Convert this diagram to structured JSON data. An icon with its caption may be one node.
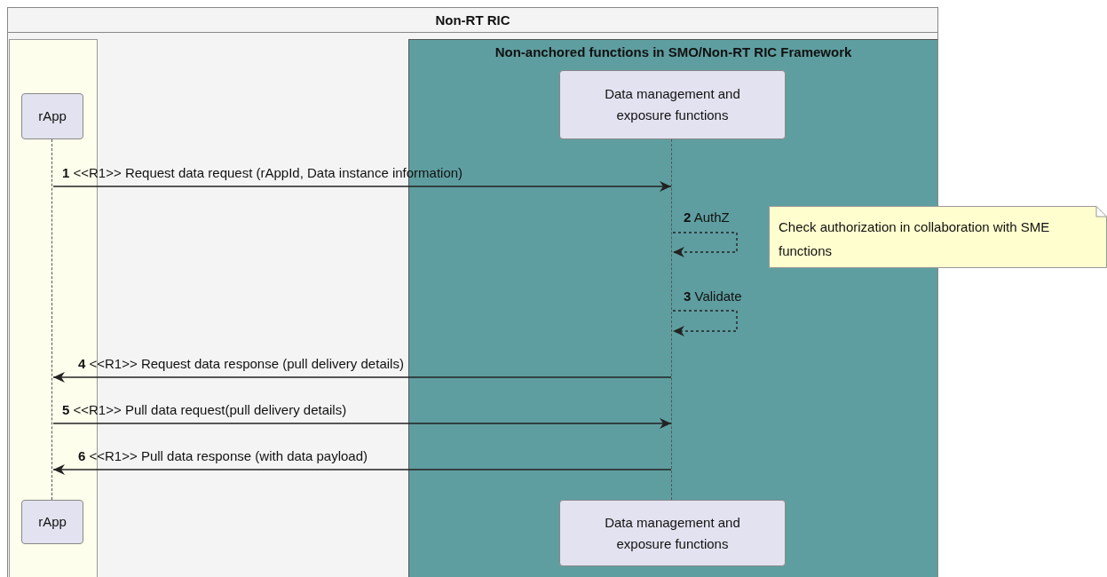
{
  "diagram": {
    "nodes": [
      {
        "text": [
          "Non-RT RIC"
        ]
      },
      {
        "text": [],
        "shape": "box",
        "in": 0
      },
      {
        "text": [
          "Non-anchored functions in SMO/Non-RT RIC Framework"
        ],
        "in": 0
      },
      {
        "text": [
          "rApp"
        ],
        "in": 1
      },
      {
        "text": [
          "Data management and exposure functions"
        ],
        "in": 2
      },
      {
        "text": [],
        "shape": "line",
        "in": 1
      },
      {
        "text": [],
        "shape": "line",
        "in": 2
      },
      {
        "text": [
          "rApp"
        ],
        "in": 1
      },
      {
        "text": [
          "Data management and exposure functions"
        ],
        "in": 2
      },
      {
        "text": [
          "Check authorization in collaboration with SME functions"
        ]
      }
    ],
    "edges": [
      {
        "from": 5,
        "to": 6,
        "arrow": "to",
        "label": "**1** <<R1>> Request data request (rAppId, Data instance information)"
      },
      {
        "from": 6,
        "to": 6,
        "arrow": "to",
        "style": "dashed",
        "label": "**2** AuthZ"
      },
      {
        "from": 6,
        "to": 6,
        "arrow": "to",
        "style": "dashed",
        "label": "**3** Validate"
      },
      {
        "from": 6,
        "to": 5,
        "arrow": "to",
        "label": "**4** <<R1>> Request data response (pull delivery details)"
      },
      {
        "from": 5,
        "to": 6,
        "arrow": "to",
        "label": "**5** <<R1>> Pull data request(pull delivery details)"
      },
      {
        "from": 6,
        "to": 5,
        "arrow": "to",
        "label": "**6** <<R1>> Pull data response (with data payload)"
      }
    ]
  }
}
